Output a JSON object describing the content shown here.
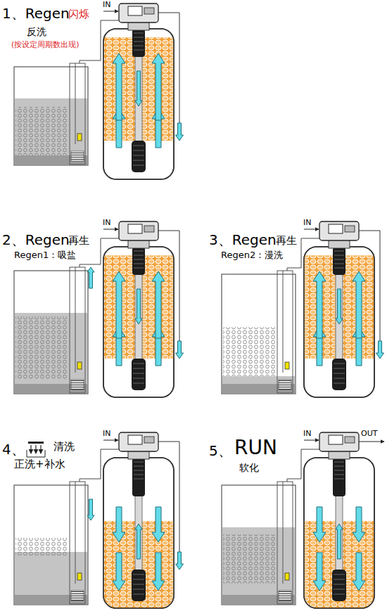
{
  "diagram": {
    "labels": [
      "1、Regen",
      "闪烁",
      "反洗",
      "(按设定周期数出现)",
      "IN",
      "2、Regen",
      "再生",
      "Regen1：吸盐",
      "IN",
      "3、Regen",
      "再生",
      "Regen2：漫洗",
      "IN",
      "4、",
      "清洗",
      "正洗+补水",
      "IN",
      "5、",
      "RUN",
      "软化",
      "IN",
      "OUT"
    ]
  }
}
